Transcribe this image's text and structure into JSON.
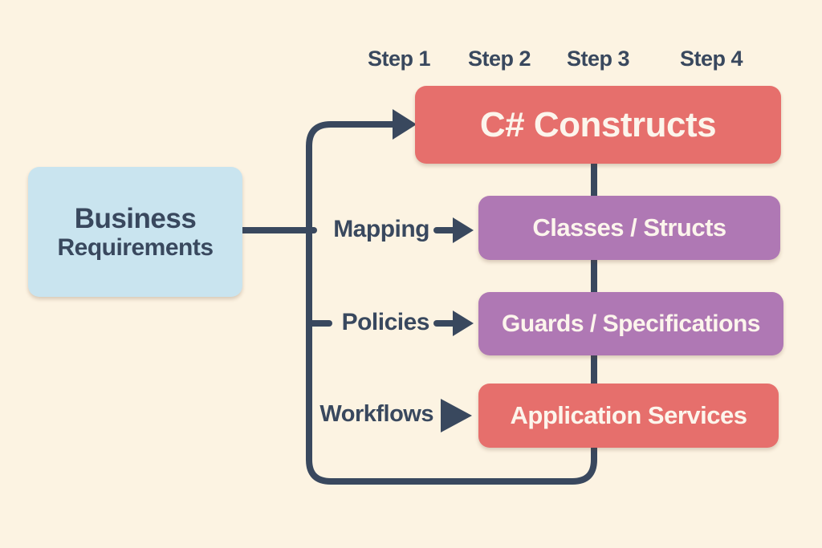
{
  "colors": {
    "background": "#FCF3E2",
    "line": "#39485E",
    "text-dark": "#39485E",
    "text-light": "#FCF5EC",
    "box-red": "#E66F6C",
    "box-purple": "#AF78B4",
    "box-blue": "#C9E4EF"
  },
  "steps": [
    {
      "label": "Step 1"
    },
    {
      "label": "Step 2"
    },
    {
      "label": "Step 3"
    },
    {
      "label": "Step 4"
    }
  ],
  "source_box": {
    "line1": "Business",
    "line2": "Requirements"
  },
  "main_box": {
    "label": "C# Constructs"
  },
  "rows": [
    {
      "label": "Mapping",
      "box_label": "Classes / Structs"
    },
    {
      "label": "Policies",
      "box_label": "Guards / Specifications"
    },
    {
      "label": "Workflows",
      "box_label": "Application Services"
    }
  ]
}
